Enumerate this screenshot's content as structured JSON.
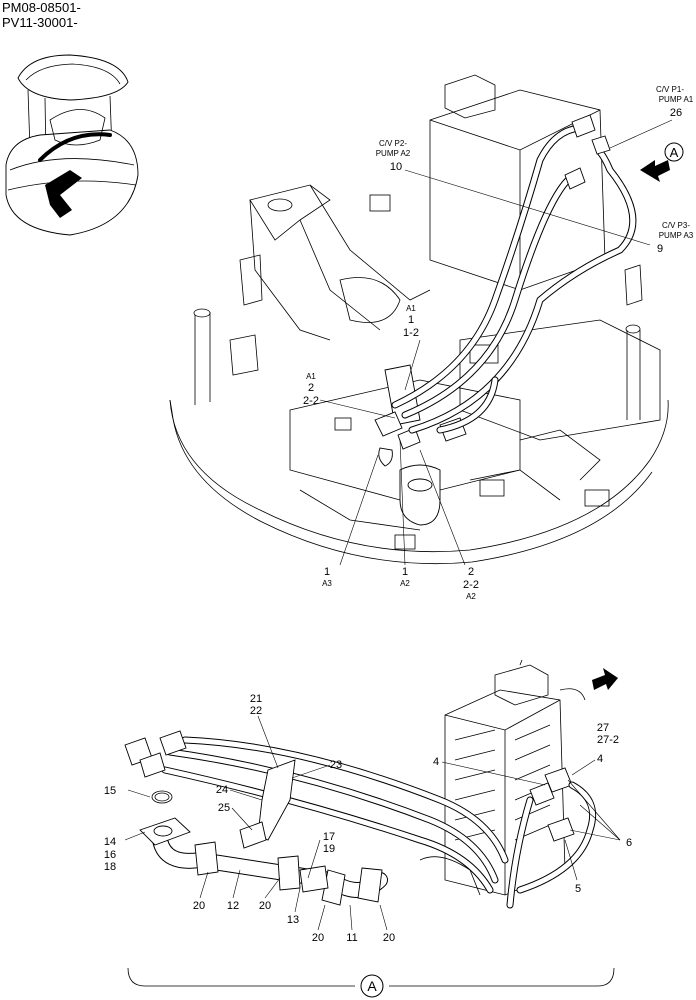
{
  "header": {
    "serial_1": "PM08-08501-",
    "serial_2": "PV11-30001-"
  },
  "view_marker": "A",
  "top_labels": [
    {
      "id": "cv-p1-1",
      "text": "C/V P1-"
    },
    {
      "id": "cv-p1-2",
      "text": "PUMP A1"
    },
    {
      "id": "n26",
      "text": "26"
    },
    {
      "id": "cv-p2-1",
      "text": "C/V P2-"
    },
    {
      "id": "cv-p2-2",
      "text": "PUMP A2"
    },
    {
      "id": "n10",
      "text": "10"
    },
    {
      "id": "cv-p3-1",
      "text": "C/V P3-"
    },
    {
      "id": "cv-p3-2",
      "text": "PUMP A3"
    },
    {
      "id": "n9",
      "text": "9"
    },
    {
      "id": "a1-top",
      "text": "A1"
    },
    {
      "id": "n1-top",
      "text": "1"
    },
    {
      "id": "n1-2",
      "text": "1-2"
    },
    {
      "id": "a1-left",
      "text": "A1"
    },
    {
      "id": "n2-left",
      "text": "2"
    },
    {
      "id": "n2-2-left",
      "text": "2-2"
    },
    {
      "id": "n1-a3",
      "text": "1"
    },
    {
      "id": "a3",
      "text": "A3"
    },
    {
      "id": "n1-a2",
      "text": "1"
    },
    {
      "id": "a2-1",
      "text": "A2"
    },
    {
      "id": "n2-br",
      "text": "2"
    },
    {
      "id": "n2-2-br",
      "text": "2-2"
    },
    {
      "id": "a2-2",
      "text": "A2"
    }
  ],
  "bottom_labels": [
    {
      "id": "n21",
      "text": "21"
    },
    {
      "id": "n22",
      "text": "22"
    },
    {
      "id": "n23",
      "text": "23"
    },
    {
      "id": "n24",
      "text": "24"
    },
    {
      "id": "n25",
      "text": "25"
    },
    {
      "id": "n15",
      "text": "15"
    },
    {
      "id": "n14",
      "text": "14"
    },
    {
      "id": "n16",
      "text": "16"
    },
    {
      "id": "n18",
      "text": "18"
    },
    {
      "id": "n17",
      "text": "17"
    },
    {
      "id": "n19",
      "text": "19"
    },
    {
      "id": "n20a",
      "text": "20"
    },
    {
      "id": "n12",
      "text": "12"
    },
    {
      "id": "n20b",
      "text": "20"
    },
    {
      "id": "n13",
      "text": "13"
    },
    {
      "id": "n20c",
      "text": "20"
    },
    {
      "id": "n11",
      "text": "11"
    },
    {
      "id": "n20d",
      "text": "20"
    },
    {
      "id": "n4a",
      "text": "4"
    },
    {
      "id": "n27",
      "text": "27"
    },
    {
      "id": "n27-2",
      "text": "27-2"
    },
    {
      "id": "n4b",
      "text": "4"
    },
    {
      "id": "n6",
      "text": "6"
    },
    {
      "id": "n5",
      "text": "5"
    }
  ]
}
